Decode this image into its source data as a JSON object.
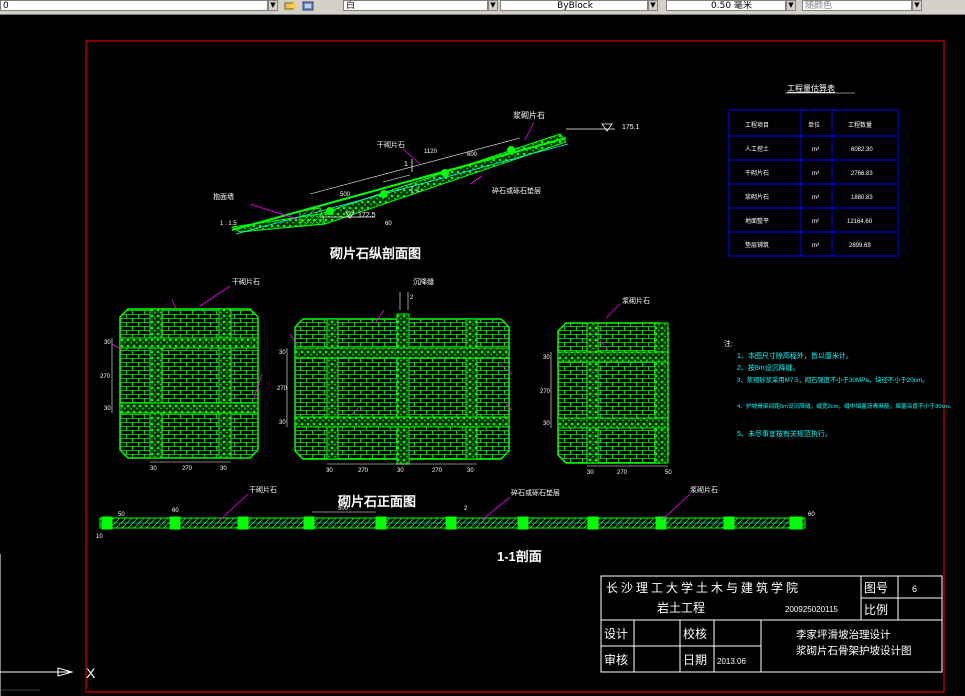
{
  "toolbar": {
    "layer_value": "0",
    "color_value": "白",
    "linetype_value": "ByBlock",
    "lineweight_value": "0.50 毫米",
    "plotstyle_value": "随颜色"
  },
  "drawing": {
    "section_title": "砌片石纵剖面图",
    "front_title": "砌片石正面图",
    "cut_title": "1-1剖面",
    "labels": {
      "dry_stone": "干砌片石",
      "mortar_stone": "浆砌片石",
      "gravel_cushion": "碎石或砾石垫层",
      "toe_wall": "抱面墙",
      "joint": "沉降缝",
      "elev_top": "175.1",
      "elev_bottom": "172.5",
      "dim_1120": "1120",
      "dim_500": "500",
      "dim_600": "600",
      "dim_270": "270",
      "dim_30": "30",
      "dim_2": "2",
      "dim_10": "10",
      "dim_50": "50",
      "dim_60": "60",
      "slope": "1 : 1.5",
      "sec_mark": "1"
    }
  },
  "quantity_table": {
    "title": "工程量估算表",
    "headers": [
      "工程项目",
      "单位",
      "工程数量"
    ],
    "rows": [
      [
        "人工挖土",
        "m³",
        "6082.30"
      ],
      [
        "干砌片石",
        "m³",
        "2766.83"
      ],
      [
        "浆砌片石",
        "m³",
        "1880.83"
      ],
      [
        "地面整平",
        "m²",
        "12164.60"
      ],
      [
        "垫层铺筑",
        "m³",
        "2899.69"
      ]
    ]
  },
  "notes": {
    "title": "注:",
    "items": [
      "1、本图尺寸除高程外，皆以厘米计。",
      "2、按8m设沉降缝。",
      "3、浆砌砂浆采用M7.5，砌石强度不小于30MPa，块径不小于20cm。",
      "4、护坡骨架间距5m设沉降缝，缝宽2cm，缝中填塞沥青麻筋，填塞深度不小于30cm。",
      "5、未尽事宜按有关规范执行。"
    ]
  },
  "title_block": {
    "school": "长沙理工大学土木与建筑学院",
    "major": "岩土工程",
    "student_id": "200925020115",
    "fig_no_label": "图号",
    "fig_no_value": "6",
    "scale_label": "比例",
    "design_label": "设计",
    "check_label": "校核",
    "review_label": "审核",
    "date_label": "日期",
    "date_value": "2013.06",
    "project_line1": "李家坪滑坡治理设计",
    "project_line2": "浆砌片石骨架护坡设计图"
  },
  "ucs": {
    "x_label": "X"
  },
  "colors": {
    "frame": "#ff0000",
    "hatch": "#00ff00",
    "cyan": "#00ffff",
    "magenta": "#ff00ff",
    "table": "#0000ff"
  }
}
